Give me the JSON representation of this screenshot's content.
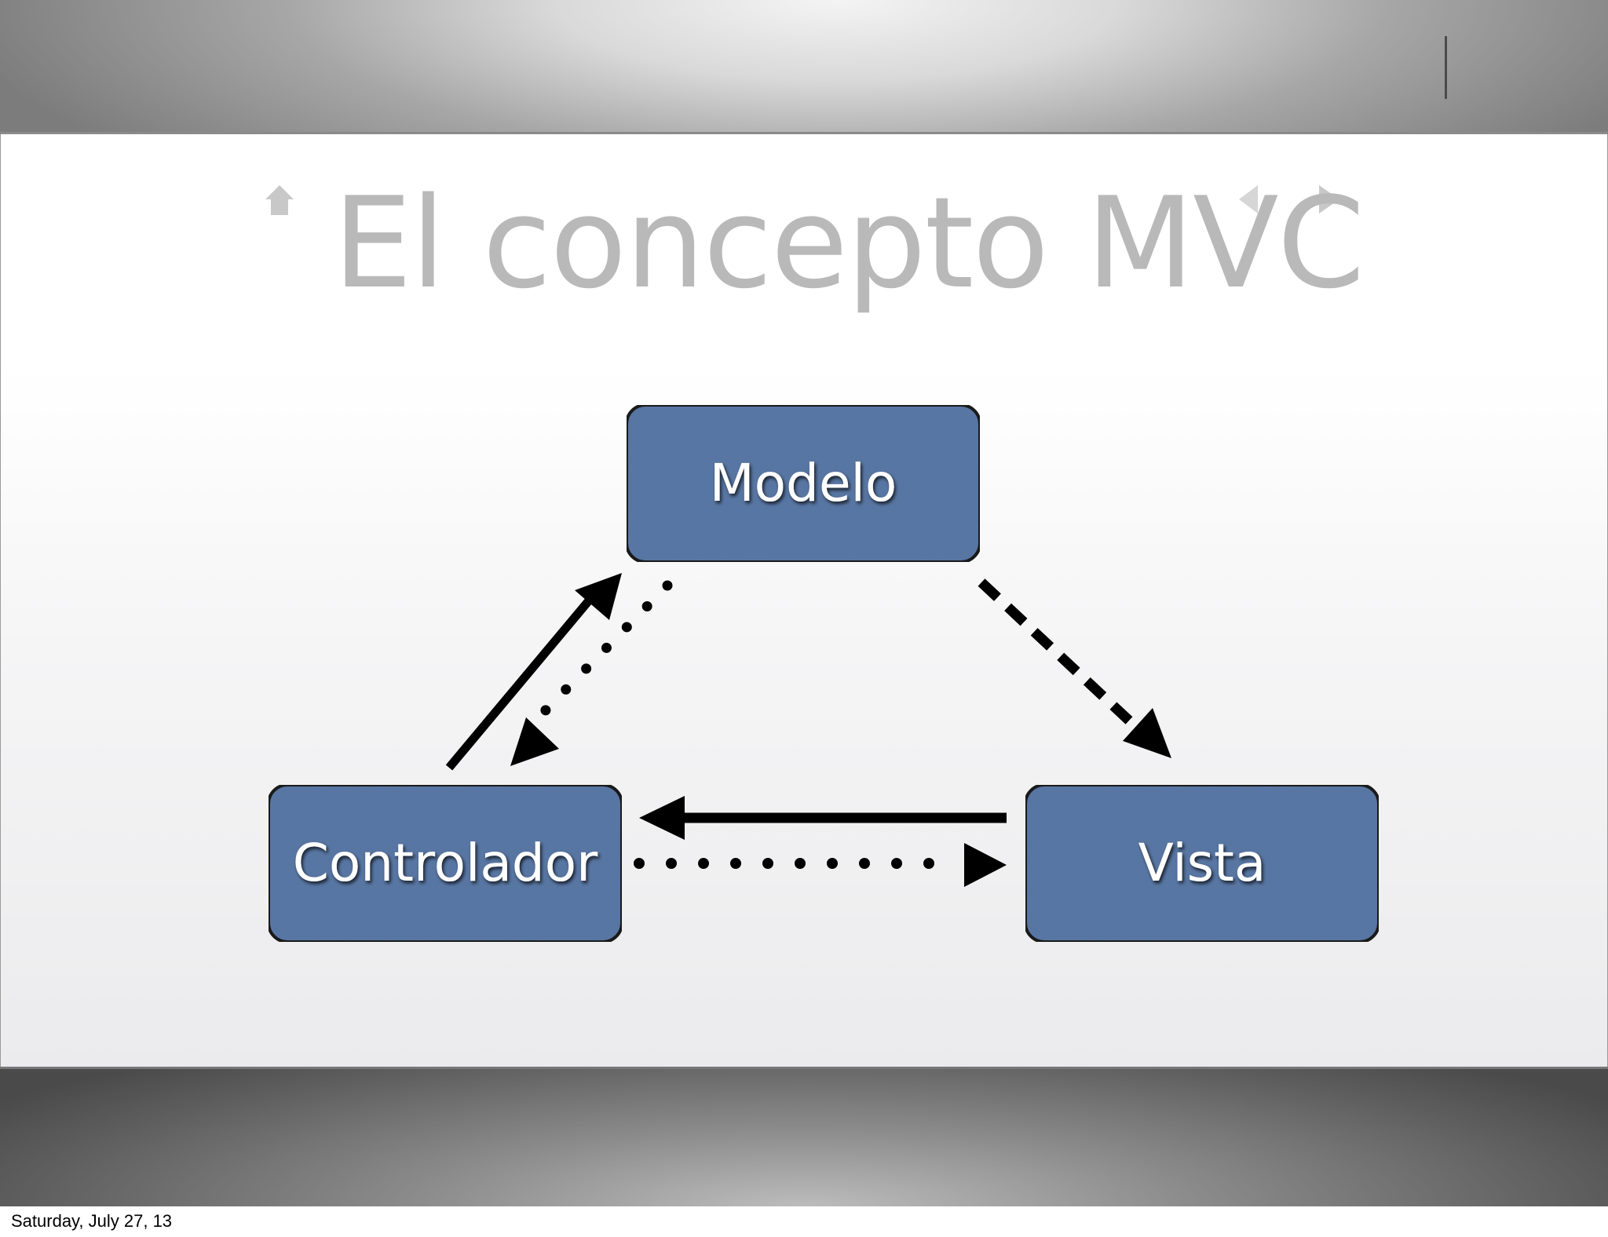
{
  "slide": {
    "title": "El concepto MVC",
    "colors": {
      "box_fill": "#5a78a6",
      "box_stroke": "#1a1a1a",
      "title_color": "#b9b9b9",
      "arrow_color": "#000000"
    },
    "icons": [
      "home-icon",
      "previous-arrow-icon",
      "next-arrow-icon"
    ]
  },
  "diagram": {
    "nodes": [
      {
        "id": "modelo",
        "label": "Modelo"
      },
      {
        "id": "controlador",
        "label": "Controlador"
      },
      {
        "id": "vista",
        "label": "Vista"
      }
    ],
    "edges": [
      {
        "from": "controlador",
        "to": "modelo",
        "style": "solid"
      },
      {
        "from": "modelo",
        "to": "controlador",
        "style": "dotted"
      },
      {
        "from": "modelo",
        "to": "vista",
        "style": "dashed"
      },
      {
        "from": "vista",
        "to": "controlador",
        "style": "solid"
      },
      {
        "from": "controlador",
        "to": "vista",
        "style": "dotted"
      }
    ]
  },
  "footer": {
    "date": "Saturday, July 27, 13"
  }
}
